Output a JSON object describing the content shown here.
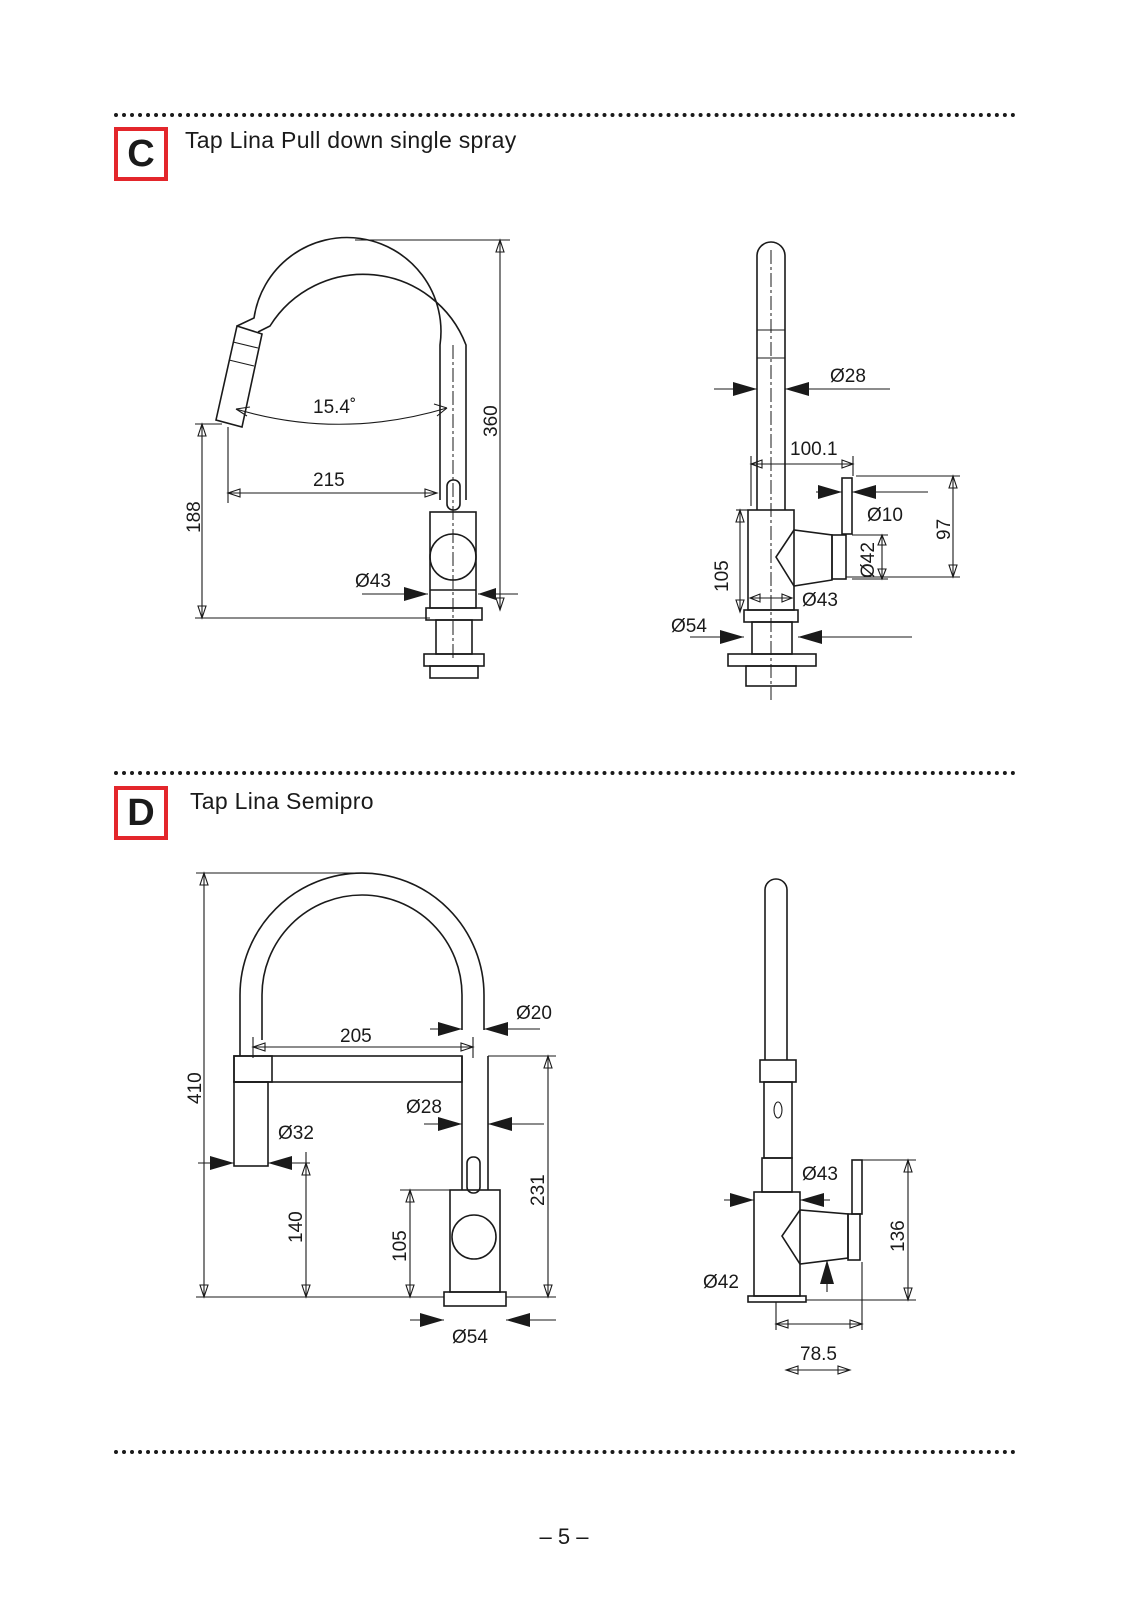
{
  "sections": [
    {
      "letter": "C",
      "title": "Tap Lina Pull down single spray",
      "front_view": {
        "angle": "15.4˚",
        "reach": "215",
        "height": "360",
        "spout_height": "188",
        "base_diameter": "Ø43"
      },
      "side_view": {
        "spout_diameter": "Ø28",
        "lever_offset": "100.1",
        "lever_diameter": "Ø10",
        "handle_diameter": "Ø42",
        "handle_height": "97",
        "body_height": "105",
        "body_diameter": "Ø43",
        "flange_diameter": "Ø54"
      }
    },
    {
      "letter": "D",
      "title": "Tap Lina Semipro",
      "front_view": {
        "total_height": "410",
        "reach": "205",
        "spout_diameter": "Ø20",
        "body_upper_diameter": "Ø28",
        "spray_diameter": "Ø32",
        "spray_height": "140",
        "body_height": "105",
        "arm_height": "231",
        "base_diameter": "Ø54"
      },
      "side_view": {
        "body_diameter": "Ø43",
        "handle_diameter": "Ø42",
        "handle_height": "136",
        "depth": "78.5"
      }
    }
  ],
  "page_number": "– 5 –",
  "colors": {
    "badge_border": "#e3262b",
    "line": "#1a1a1a"
  }
}
